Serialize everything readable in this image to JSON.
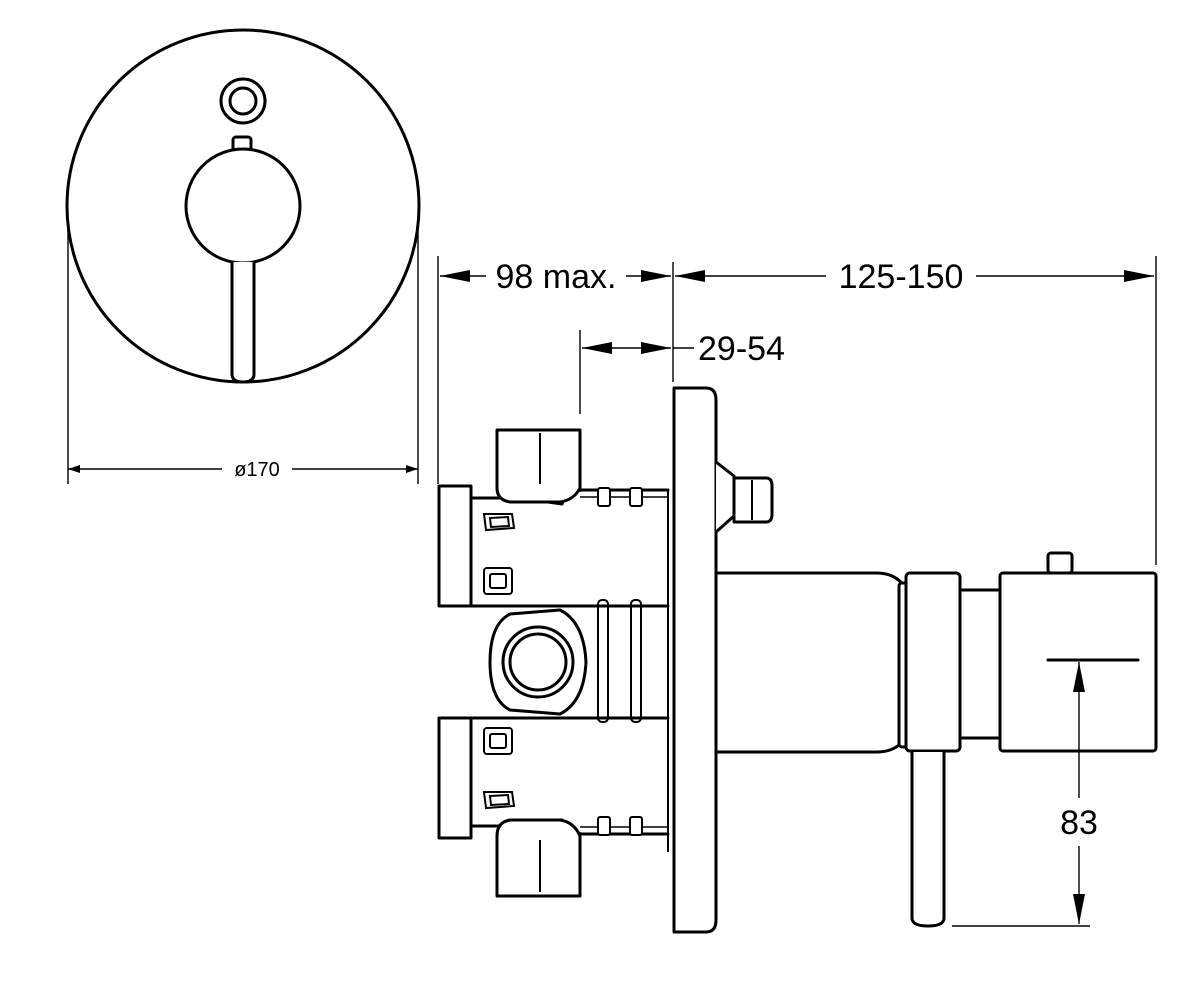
{
  "dimensions": {
    "diameter": "ø170",
    "depth_max": "98 max.",
    "wall_range": "29-54",
    "projection_range": "125-150",
    "lever_height": "83"
  }
}
